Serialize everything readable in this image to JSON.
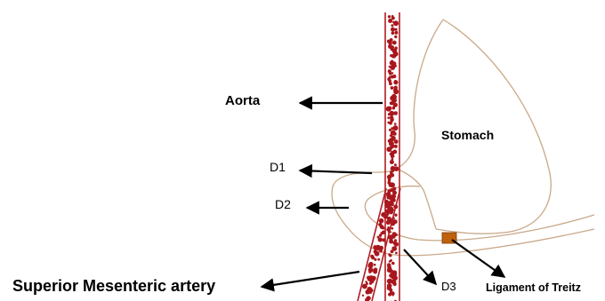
{
  "colors": {
    "vessel_wall": "#b01c22",
    "blood_clot": "#a8171d",
    "organ_outline": "#c9a98a",
    "ligament_marker": "#c0620c",
    "arrow": "#000000",
    "text": "#000000",
    "background": "#ffffff"
  },
  "labels": {
    "aorta": "Aorta",
    "stomach": "Stomach",
    "d1": "D1",
    "d2": "D2",
    "superior_mesenteric_artery": "Superior Mesenteric artery",
    "d3": "D3",
    "ligament_of_treitz": "Ligament of Treitz"
  }
}
